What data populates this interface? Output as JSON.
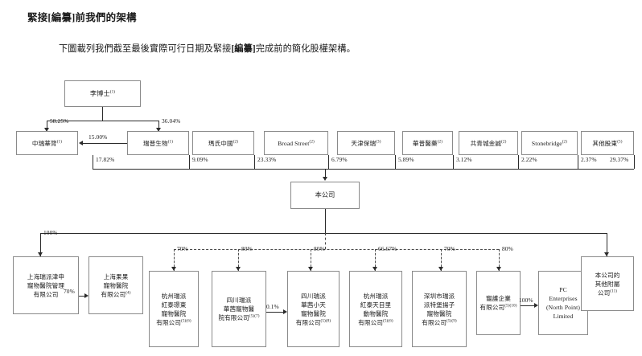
{
  "document": {
    "title": "緊接[編纂]前我們的架構",
    "intro_prefix": "下圖載列我們截至最後實際可行日期及緊接",
    "intro_bold": "[編纂]",
    "intro_suffix": "完成前的簡化股權架構。"
  },
  "chart_data": {
    "type": "diagram",
    "title": "緊接[編纂]前我們的架構",
    "nodes": {
      "founder": {
        "label": "李博士",
        "sup": "(1)"
      },
      "company": {
        "label": "本公司",
        "sup": ""
      },
      "other_subs": {
        "lines": [
          "本公司的",
          "其他附屬",
          "公司"
        ],
        "sup": "(11)"
      }
    },
    "shareholders": [
      {
        "label": "中瑞華膂",
        "sup": "(1)",
        "pct_to_company": "17.82%"
      },
      {
        "label": "瑞普生物",
        "sup": "(1)",
        "pct_to_company": "9.09%"
      },
      {
        "label": "瑪氏中國",
        "sup": "(2)",
        "pct_to_company": "23.33%"
      },
      {
        "label": "Broad Street",
        "sup": "(2)",
        "pct_to_company": "6.79%"
      },
      {
        "label": "天津保瑞",
        "sup": "(3)",
        "pct_to_company": "5.89%"
      },
      {
        "label": "華普醫藥",
        "sup": "(2)",
        "pct_to_company": "3.12%"
      },
      {
        "label": "共青城金誠",
        "sup": "(2)",
        "pct_to_company": "2.22%"
      },
      {
        "label": "Stonebridge",
        "sup": "(2)",
        "pct_to_company": "2.37%"
      },
      {
        "label": "其他股東",
        "sup": "(5)",
        "pct_to_company": "29.37%"
      }
    ],
    "founder_edges": [
      {
        "to": "中瑞華膂",
        "pct": "58.25%"
      },
      {
        "to": "瑞普生物",
        "pct": "36.04%"
      }
    ],
    "cross_edges": [
      {
        "from": "瑞普生物",
        "to": "中瑞華膂",
        "pct": "15.00%"
      },
      {
        "from": "上海瑞派津申寵物醫院管理有限公司",
        "to": "上海果果寵物醫院有限公司",
        "pct": "70%"
      },
      {
        "from": "四川瑞派華茜寵物醫院有限公司",
        "to": "四川瑞派華茜小天寵物醫院有限公司",
        "pct": "0.1%"
      },
      {
        "from": "寵護企業有限公司",
        "to": "PC Enterprises (North Point) Limited",
        "pct": "100%"
      }
    ],
    "subsidiaries": [
      {
        "lines": [
          "上海瑞派津申",
          "寵物醫院管理",
          "有限公司"
        ],
        "sup": "",
        "pct": "100%",
        "edge": "solid"
      },
      {
        "lines": [
          "上海果果",
          "寵物醫院",
          "有限公司"
        ],
        "sup": "(4)",
        "pct": "",
        "edge": "none"
      },
      {
        "lines": [
          "杭州瑞派",
          "紅泰璟東",
          "寵物醫院",
          "有限公司"
        ],
        "sup": "(5)(6)",
        "pct": "70%",
        "edge": "dashed"
      },
      {
        "lines": [
          "四川瑞派",
          "華茜寵物醫",
          "院有限公司"
        ],
        "sup": "(5)(7)",
        "pct": "80%",
        "edge": "dashed"
      },
      {
        "lines": [
          "四川瑞派",
          "華茜小天",
          "寵物醫院",
          "有限公司"
        ],
        "sup": "(5)(8)",
        "pct": "80%",
        "edge": "dashed"
      },
      {
        "lines": [
          "杭州瑞派",
          "紅泰天目里",
          "動物醫院",
          "有限公司"
        ],
        "sup": "(5)(6)",
        "pct": "66.67%",
        "edge": "dashed"
      },
      {
        "lines": [
          "深圳市瑞派",
          "派特堡揚子",
          "寵物醫院",
          "有限公司"
        ],
        "sup": "(5)(9)",
        "pct": "70%",
        "edge": "dashed"
      },
      {
        "lines": [
          "寵護企業",
          "有限公司"
        ],
        "sup": "(5)(10)",
        "pct": "80%",
        "edge": "dashed"
      },
      {
        "lines": [
          "PC",
          "Enterprises",
          "(North Point)",
          "Limited"
        ],
        "sup": "",
        "pct": "",
        "edge": "none"
      }
    ]
  }
}
